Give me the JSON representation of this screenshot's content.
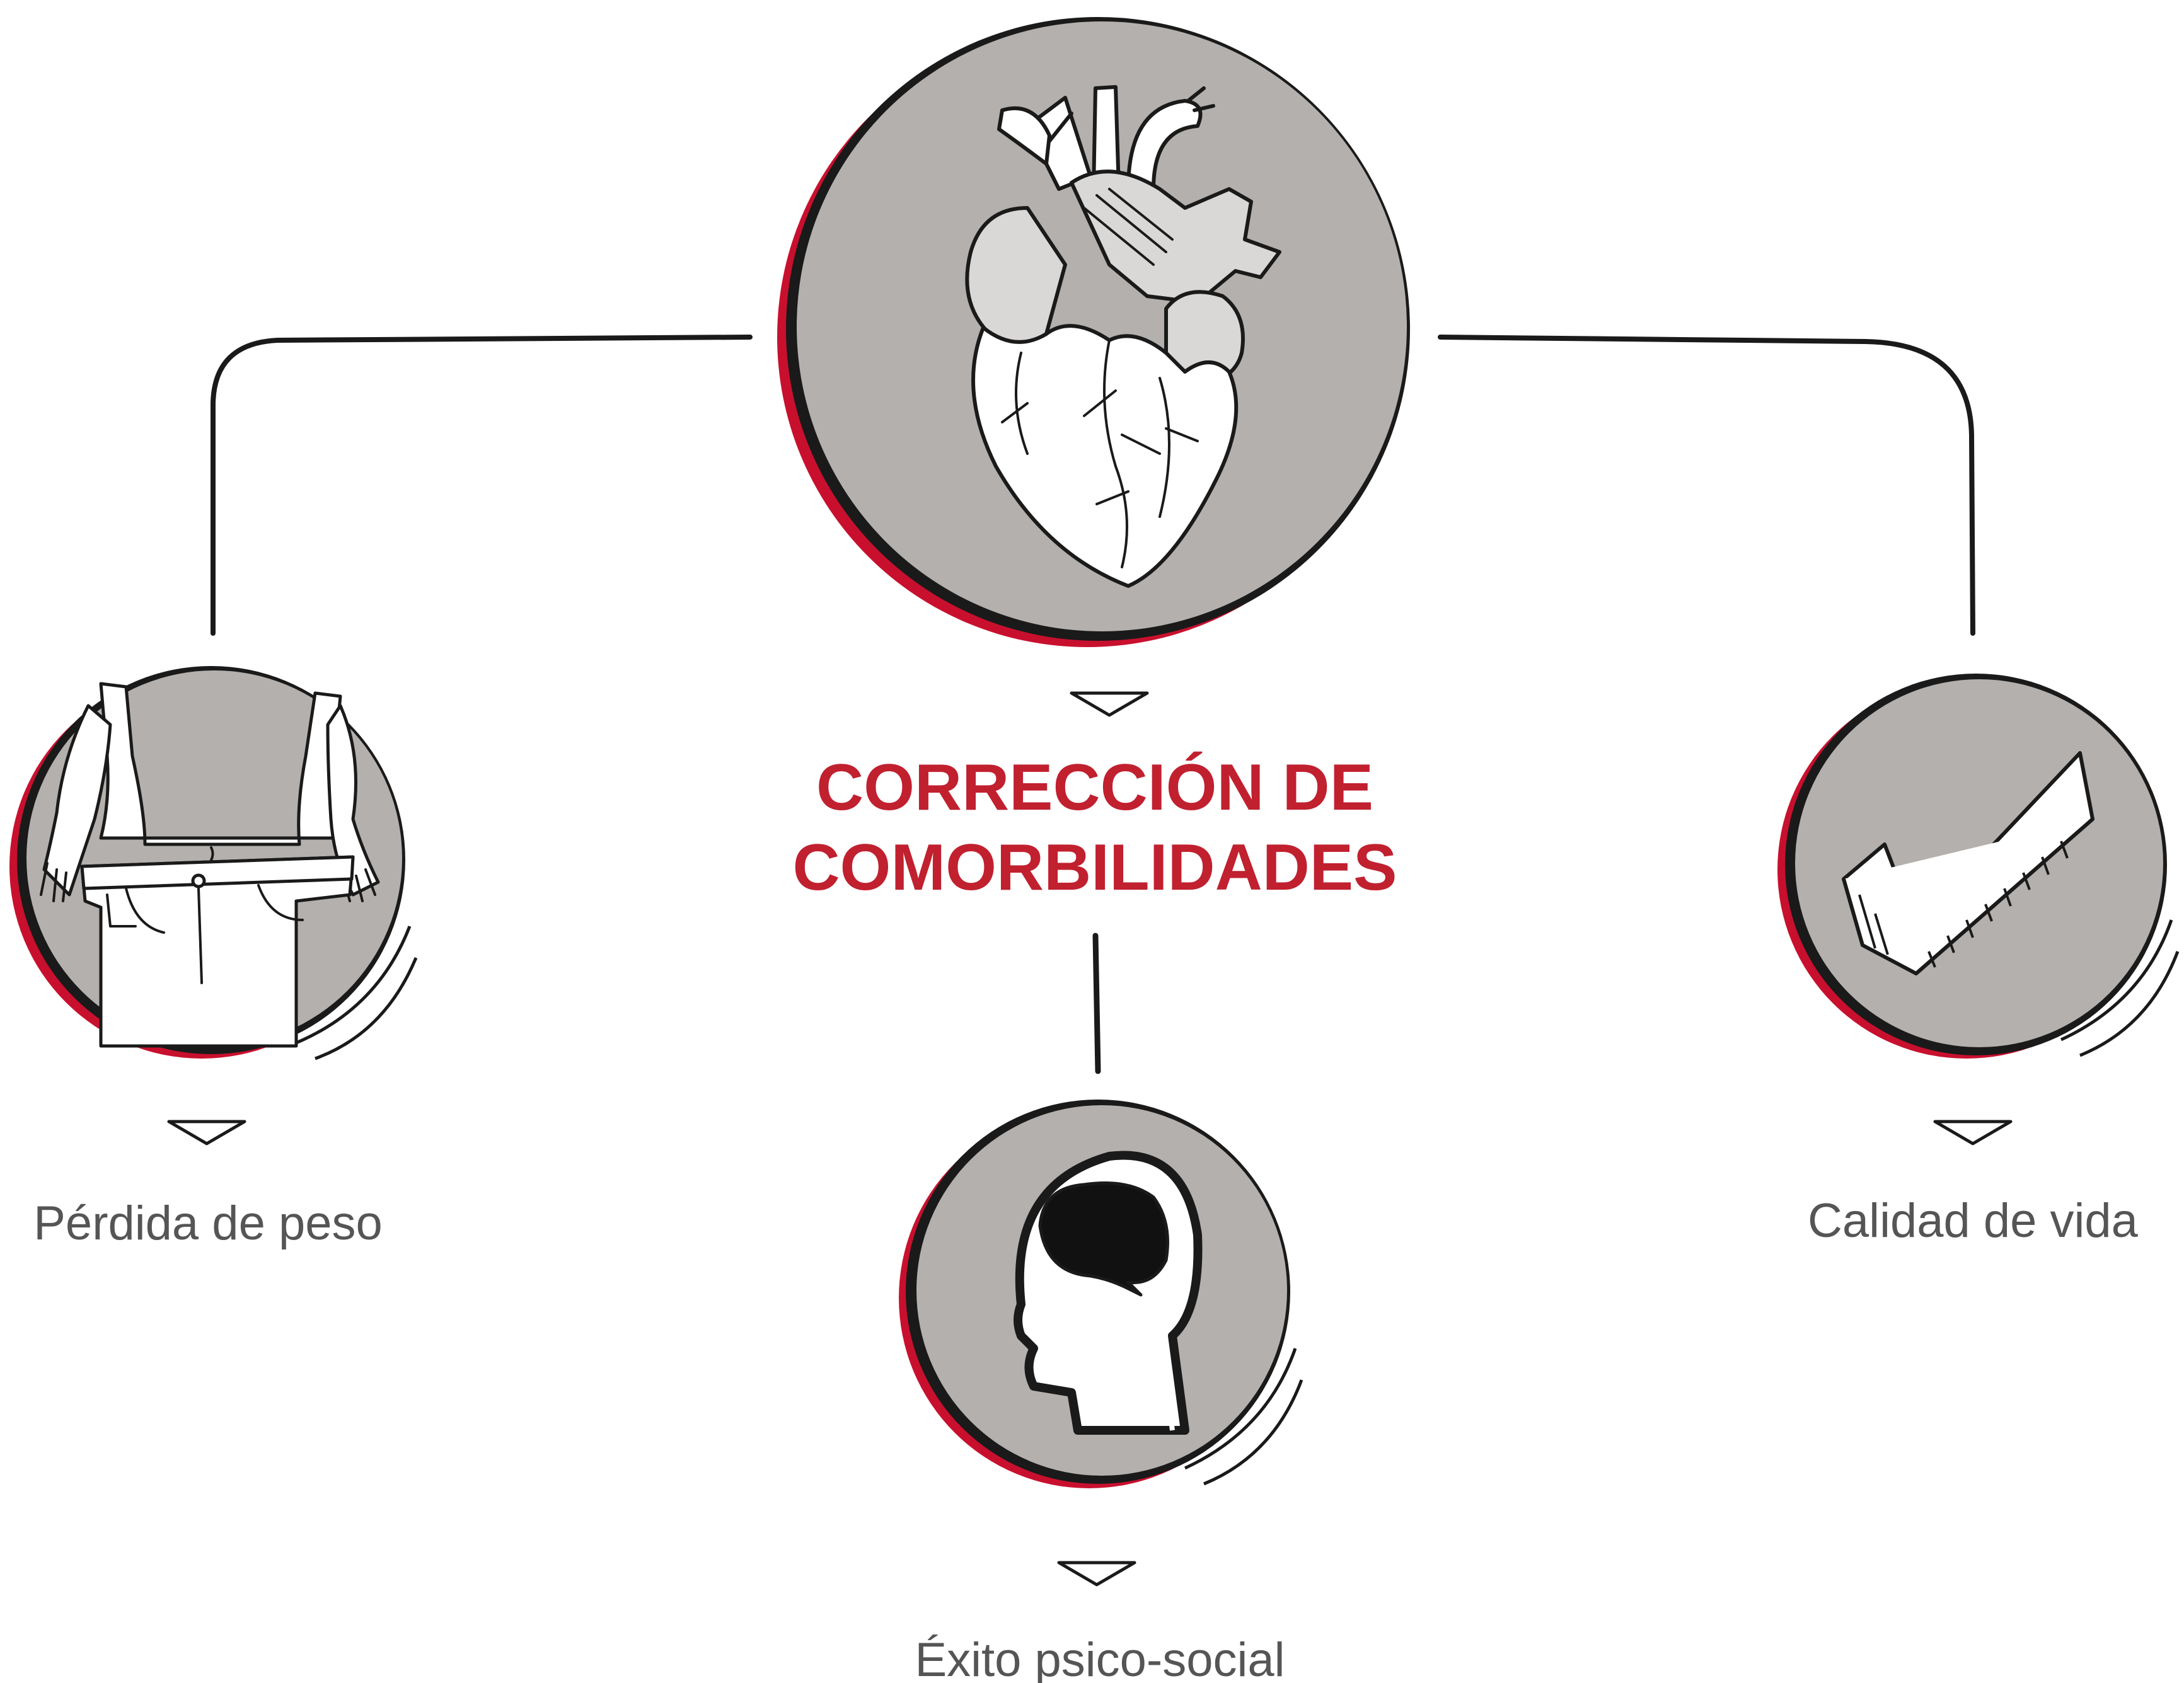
{
  "colors": {
    "background": "#ffffff",
    "circle_fill": "#b3b0ad",
    "circle_shadow": "#c8102e",
    "outline": "#1a1a1a",
    "title": "#c1202f",
    "caption": "#555555",
    "drawing_fill": "#ffffff",
    "drawing_gray": "#d9d8d6"
  },
  "center": {
    "icon": "heart-icon",
    "title_line_1": "CORRECCIÓN DE",
    "title_line_2": "COMORBILIDADES"
  },
  "outcomes": [
    {
      "id": "weight-loss",
      "icon": "waist-jeans-icon",
      "label": "Pérdida de peso"
    },
    {
      "id": "quality-of-life",
      "icon": "checkmark-icon",
      "label": "Calidad de vida"
    },
    {
      "id": "psychosocial",
      "icon": "head-brain-icon",
      "label": "Éxito psico-social"
    }
  ]
}
